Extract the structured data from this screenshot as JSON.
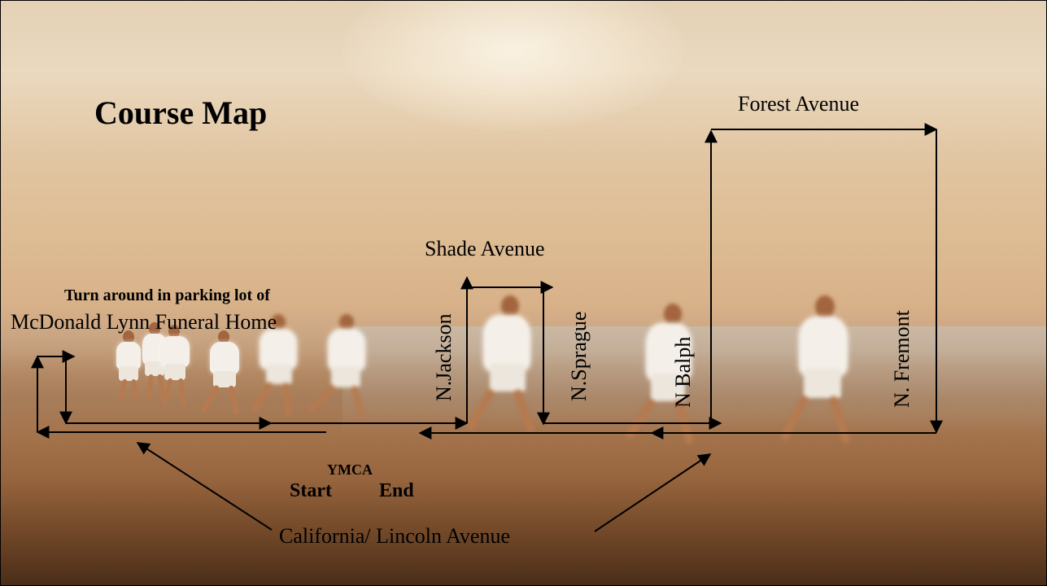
{
  "title": "Course Map",
  "streets": {
    "forest": "Forest Avenue",
    "shade": "Shade Avenue",
    "jackson": "N.Jackson",
    "sprague": "N.Sprague",
    "balph": "N Balph",
    "fremont": "N. Fremont",
    "california": "California/ Lincoln Avenue"
  },
  "turnaround": {
    "line1": "Turn around in parking lot of",
    "line2": "McDonald Lynn Funeral Home"
  },
  "ymca": {
    "name": "YMCA",
    "start": "Start",
    "end": "End"
  },
  "colors": {
    "route": "#000000",
    "runner_shirt": "#f4efe8",
    "skin": "#a2653d"
  }
}
